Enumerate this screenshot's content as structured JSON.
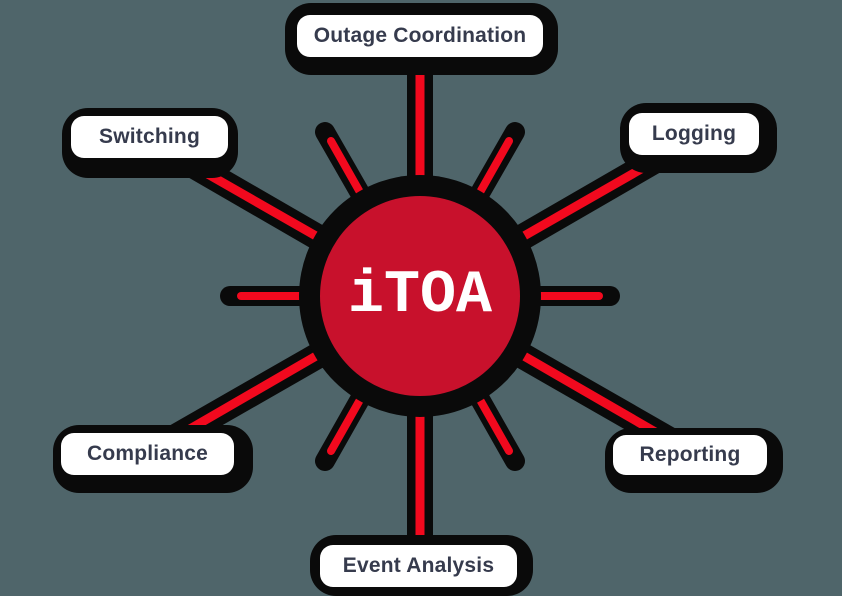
{
  "diagram": {
    "hub": {
      "label": "iTOA"
    },
    "nodes": [
      {
        "id": "outage-coordination",
        "label": "Outage Coordination",
        "position": "top"
      },
      {
        "id": "logging",
        "label": "Logging",
        "position": "top-right"
      },
      {
        "id": "reporting",
        "label": "Reporting",
        "position": "bottom-right"
      },
      {
        "id": "event-analysis",
        "label": "Event Analysis",
        "position": "bottom"
      },
      {
        "id": "compliance",
        "label": "Compliance",
        "position": "bottom-left"
      },
      {
        "id": "switching",
        "label": "Switching",
        "position": "top-left"
      }
    ],
    "colors": {
      "background": "#4f656a",
      "outline": "#0a0a0a",
      "spoke": "#f2091e",
      "hub_fill": "#c8112c",
      "hub_text": "#ffffff",
      "node_fill": "#ffffff",
      "node_text": "#363b4d"
    }
  }
}
